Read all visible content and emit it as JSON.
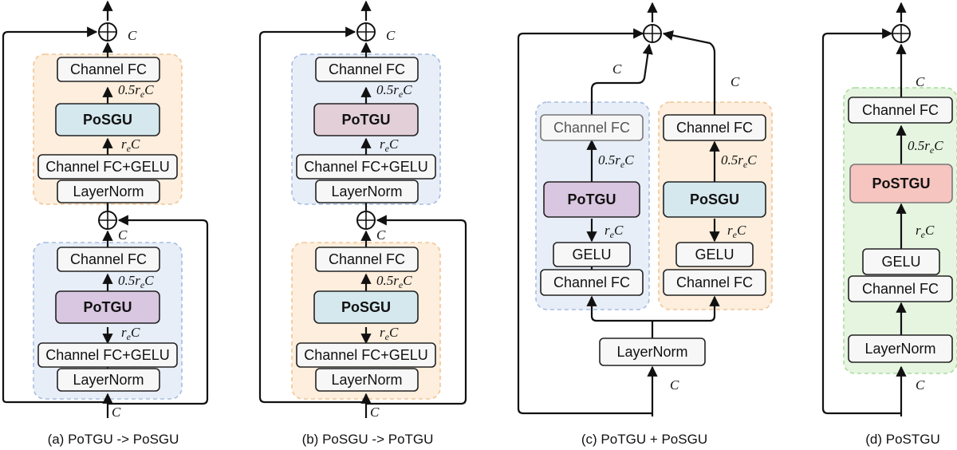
{
  "labels": {
    "channel_fc": "Channel FC",
    "channel_fc_gelu": "Channel FC+GELU",
    "layernorm": "LayerNorm",
    "gelu": "GELU",
    "potgu": "PoTGU",
    "posgu": "PoSGU",
    "postgu": "PoSTGU",
    "c": "C",
    "re": "r",
    "re_sub": "e",
    "half": "0.5r"
  },
  "captions": {
    "a": "(a) PoTGU -> PoSGU",
    "b": "(b) PoSGU -> PoTGU",
    "c": "(c) PoTGU + PoSGU",
    "d": "(d) PoSTGU"
  },
  "colors": {
    "orange_fill": "#fdeedd",
    "orange_stroke": "#f2c596",
    "blue_fill": "#e8eef8",
    "blue_stroke": "#a6bde0",
    "green_fill": "#e6f5e0",
    "green_stroke": "#a9dba0",
    "potgu": "#d9c6e0",
    "posgu": "#d4e8ee",
    "postgu": "#f6c5bf"
  }
}
